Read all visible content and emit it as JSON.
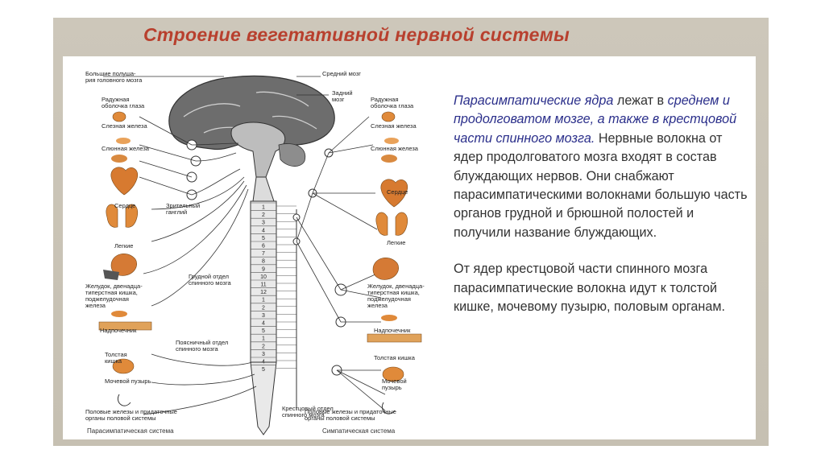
{
  "title": "Строение вегетативной нервной системы",
  "diagram": {
    "left_labels": {
      "hemispheres": "Большие полуша-\nрия головного мозга",
      "iris": "Радужная\nоболочка глаза",
      "lacrimal": "Слезная железа",
      "salivary": "Слюнная железа",
      "heart": "Сердце",
      "ganglion": "Зрительный\nганглий",
      "lungs": "Легкие",
      "stomach": "Желудок, двенадца-\nтиперстная кишка,\nподжелудочная\nжелеза",
      "adrenal": "Надпочечник",
      "colon": "Толстая\nкишка",
      "bladder": "Мочевой пузырь",
      "genitals": "Половые железы и придаточные\nорганы половой системы",
      "system": "Парасимпатическая система"
    },
    "center_labels": {
      "thoracic": "Грудной отдел\nспинного мозга",
      "lumbar": "Поясничный отдел\nспинного мозга",
      "sacral": "Крестцовый отдел\nспинного мозга"
    },
    "right_labels": {
      "midbrain": "Средний мозг",
      "hindbrain": "Задний\nмозг",
      "iris": "Радужная\nоболочка глаза",
      "lacrimal": "Слезная железа",
      "salivary": "Слюнная железа",
      "heart": "Сердце",
      "lungs": "Легкие",
      "stomach": "Желудок, двенадца-\nтиперстная кишка,\nподжелудочная\nжелеза",
      "adrenal": "Надпочечник",
      "colon": "Толстая кишка",
      "bladder": "Мочевой\nпузырь",
      "genitals": "Половые железы и придаточные\nорганы половой системы",
      "system": "Симпатическая система"
    },
    "segment_numbers": [
      "1",
      "2",
      "3",
      "4",
      "5",
      "6",
      "7",
      "8",
      "9",
      "10",
      "11",
      "12",
      "1",
      "2",
      "3",
      "4",
      "5",
      "1",
      "2",
      "3",
      "4",
      "5"
    ]
  },
  "text": {
    "p1_hl": "Парасимпатические ядра",
    "p1_a": " лежат в ",
    "p1_hl2": "среднем и продолговатом мозге, а также в крестцовой части спинного мозга.",
    "p1_b": " Нервные волокна от ядер продолговатого мозга входят в состав блуждающих нервов. Они снабжают парасимпатическими волокнами большую часть органов грудной и брюшной полостей и получили название блуждающих.",
    "p2": "От ядер крестцовой части спинного мозга парасимпатические волокна идут к толстой кишке, мочевому пузырю, половым органам."
  },
  "colors": {
    "title": "#b8402e",
    "highlight": "#2a2e8a",
    "body_text": "#333333",
    "organ": "#e08a3a"
  }
}
